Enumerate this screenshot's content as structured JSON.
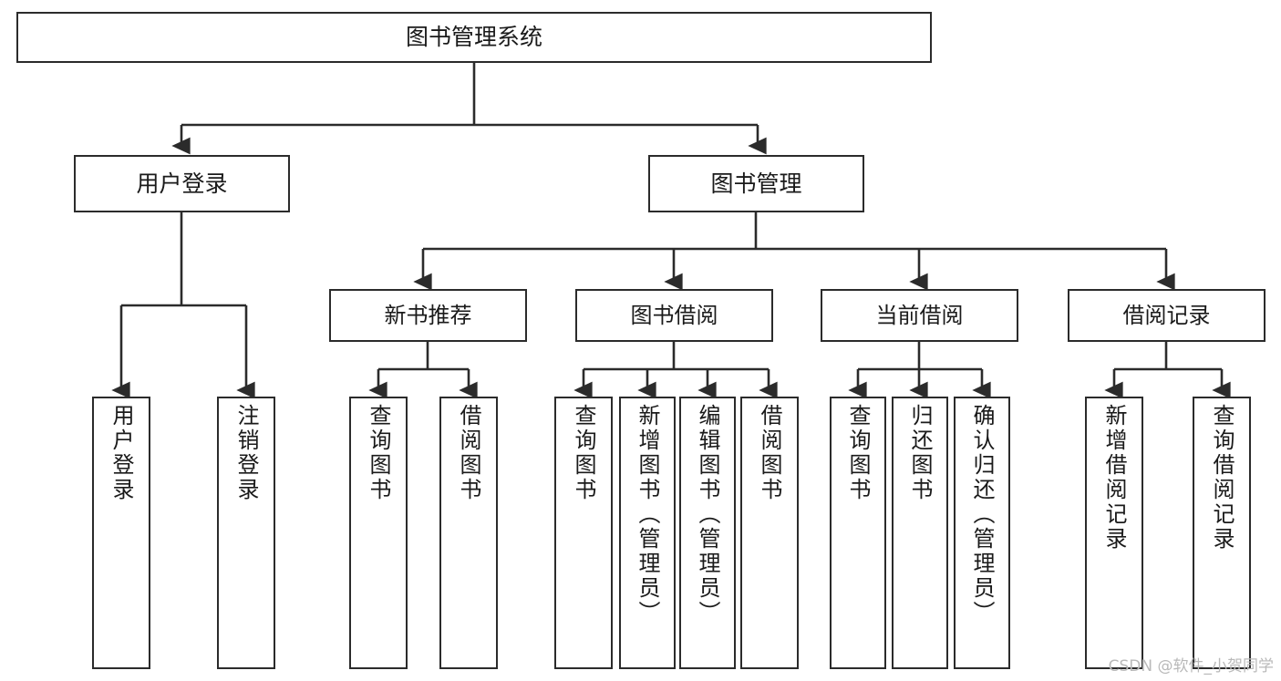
{
  "diagram": {
    "title": "图书管理系统",
    "type": "tree",
    "watermark": "CSDN @软件_小贺同学",
    "colors": {
      "stroke": "#2b2b2b",
      "fill": "#ffffff",
      "text": "#1a1a1a",
      "watermark": "#b9b9b9"
    },
    "nodes": {
      "root": {
        "label": "图书管理系统"
      },
      "level2": [
        {
          "label": "用户登录"
        },
        {
          "label": "图书管理"
        }
      ],
      "level3": [
        {
          "label": "新书推荐"
        },
        {
          "label": "图书借阅"
        },
        {
          "label": "当前借阅"
        },
        {
          "label": "借阅记录"
        }
      ],
      "leaves": {
        "user_login": [
          {
            "label": "用户登录"
          },
          {
            "label": "注销登录"
          }
        ],
        "new_book_recommend": [
          {
            "label": "查询图书"
          },
          {
            "label": "借阅图书"
          }
        ],
        "book_borrow": [
          {
            "label": "查询图书"
          },
          {
            "label": "新增图书（管理员）"
          },
          {
            "label": "编辑图书（管理员）"
          },
          {
            "label": "借阅图书"
          }
        ],
        "current_borrow": [
          {
            "label": "查询图书"
          },
          {
            "label": "归还图书"
          },
          {
            "label": "确认归还（管理员）"
          }
        ],
        "borrow_record": [
          {
            "label": "新增借阅记录"
          },
          {
            "label": "查询借阅记录"
          }
        ]
      }
    }
  }
}
